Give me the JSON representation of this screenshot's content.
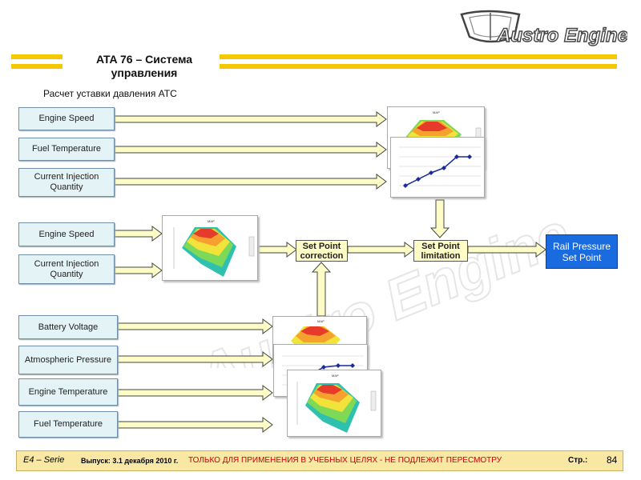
{
  "header": {
    "logo_text": "Austro Engine",
    "title": "ATA 76 – Система управления",
    "subtitle": "Расчет уставки давления АТС"
  },
  "inputs_group1": [
    "Engine Speed",
    "Fuel Temperature",
    "Current Injection Quantity"
  ],
  "inputs_group2": [
    "Engine Speed",
    "Current Injection Quantity"
  ],
  "inputs_group3": [
    "Battery Voltage",
    "Atmospheric Pressure",
    "Engine Temperature",
    "Fuel Temperature"
  ],
  "blocks": {
    "correction": "Set Point correction",
    "limitation": "Set Point limitation",
    "output": "Rail Pressure Set Point"
  },
  "chart_label": "MAP",
  "footer": {
    "series_label": "E4 – Serie",
    "issue": "Выпуск: 3.1 декабря 2010 г.",
    "notice": "ТОЛЬКО ДЛЯ ПРИМЕНЕНИЯ В УЧЕБНЫХ ЦЕЛЯХ - НЕ ПОДЛЕЖИТ ПЕРЕСМОТРУ",
    "page_label": "Стр.:",
    "page_number": "84"
  },
  "colors": {
    "accent_bar": "#f5c800",
    "box_fill": "#e4f3f6",
    "block_fill": "#fdfbc6",
    "output_fill": "#1a6be0",
    "notice_red": "#cc0000"
  }
}
